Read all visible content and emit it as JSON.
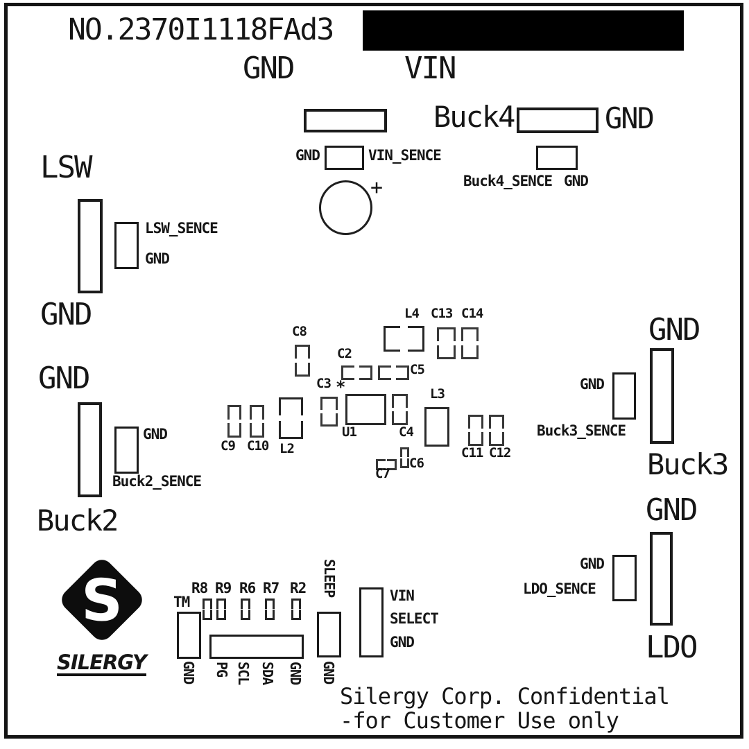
{
  "board": {
    "title": "NO.2370I1118FAd3",
    "confidential_line1": "Silergy Corp. Confidential",
    "confidential_line2": "-for Customer Use only",
    "logo_letter": "S",
    "logo_wordmark": "SILERGY",
    "colors": {
      "silkscreen_ink": "#1b1b1b",
      "background": "#ffffff",
      "redaction": "#000000"
    }
  },
  "power": {
    "top_gnd": "GND",
    "top_vin": "VIN",
    "vin_sence_gnd": "GND",
    "vin_sence": "VIN_SENCE",
    "cap_polarity": "+"
  },
  "sections": {
    "buck4": {
      "title": "Buck4",
      "gnd": "GND",
      "sence": "Buck4_SENCE",
      "sence_gnd": "GND"
    },
    "lsw": {
      "title": "LSW",
      "gnd": "GND",
      "sence": "LSW_SENCE",
      "sence_gnd": "GND"
    },
    "buck2": {
      "title": "Buck2",
      "gnd": "GND",
      "sence": "Buck2_SENCE",
      "sence_gnd": "GND"
    },
    "buck3": {
      "title": "Buck3",
      "gnd": "GND",
      "sence": "Buck3_SENCE",
      "sence_gnd": "GND"
    },
    "ldo": {
      "title": "LDO",
      "gnd": "GND",
      "sence": "LDO_SENCE",
      "sence_gnd": "GND"
    }
  },
  "components": {
    "u1": "U1",
    "l2": "L2",
    "l3": "L3",
    "l4": "L4",
    "c2": "C2",
    "c3": "C3",
    "c3_star": "*",
    "c4": "C4",
    "c5": "C5",
    "c6": "C6",
    "c7": "C7",
    "c8": "C8",
    "c9": "C9",
    "c10": "C10",
    "c11": "C11",
    "c12": "C12",
    "c13": "C13",
    "c14": "C14"
  },
  "header_io": {
    "tm": "TM",
    "tm_gnd": "GND",
    "resistors": [
      "R8",
      "R9",
      "R6",
      "R7",
      "R2"
    ],
    "bus_labels": [
      "PG",
      "SCL",
      "SDA",
      "GND"
    ],
    "sleep": "SLEEP",
    "sleep_gnd": "GND",
    "select_labels": [
      "VIN",
      "SELECT",
      "GND"
    ]
  }
}
